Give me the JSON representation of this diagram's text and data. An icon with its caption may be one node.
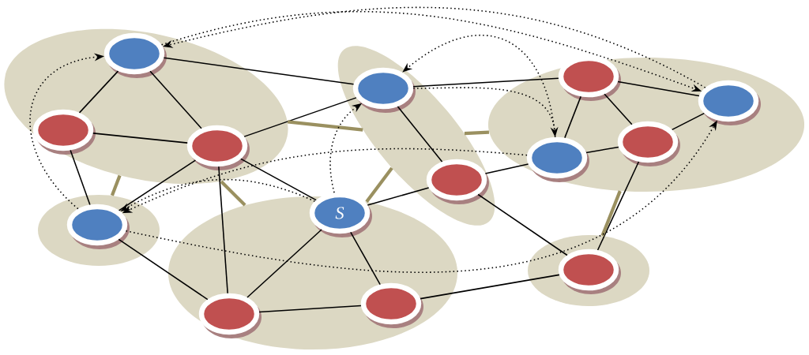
{
  "diagram": {
    "nodes": [
      {
        "text": [],
        "shape": "ellipse"
      },
      {
        "text": [],
        "shape": "ellipse",
        "in": 0
      },
      {
        "text": [],
        "shape": "ellipse",
        "in": 0
      },
      {
        "text": [],
        "shape": "ellipse",
        "in": 0
      },
      {
        "text": [],
        "shape": "ellipse"
      },
      {
        "text": [],
        "shape": "ellipse",
        "in": 4
      },
      {
        "text": [],
        "shape": "ellipse",
        "in": 4
      },
      {
        "text": [],
        "shape": "ellipse"
      },
      {
        "text": [],
        "shape": "ellipse",
        "in": 7
      },
      {
        "text": [],
        "shape": "ellipse",
        "in": 7
      },
      {
        "text": [],
        "shape": "ellipse",
        "in": 7
      },
      {
        "text": [],
        "shape": "ellipse",
        "in": 7
      },
      {
        "text": [],
        "shape": "ellipse"
      },
      {
        "text": [],
        "shape": "ellipse",
        "in": 12
      },
      {
        "text": [],
        "shape": "ellipse"
      },
      {
        "text": [
          "S"
        ],
        "in": 14
      },
      {
        "text": [],
        "shape": "ellipse",
        "in": 14
      },
      {
        "text": [],
        "shape": "ellipse",
        "in": 14
      },
      {
        "text": [],
        "shape": "ellipse"
      },
      {
        "text": [],
        "shape": "ellipse",
        "in": 18
      }
    ],
    "edges": [
      {
        "from": 1,
        "to": 2,
        "arrow": "none"
      },
      {
        "from": 1,
        "to": 3,
        "arrow": "none"
      },
      {
        "from": 1,
        "to": 5,
        "arrow": "none"
      },
      {
        "from": 2,
        "to": 3,
        "arrow": "none"
      },
      {
        "from": 2,
        "to": 13,
        "arrow": "none"
      },
      {
        "from": 3,
        "to": 5,
        "arrow": "none"
      },
      {
        "from": 3,
        "to": 13,
        "arrow": "none"
      },
      {
        "from": 3,
        "to": 15,
        "arrow": "none"
      },
      {
        "from": 3,
        "to": 16,
        "arrow": "none"
      },
      {
        "from": 5,
        "to": 8,
        "arrow": "none"
      },
      {
        "from": 5,
        "to": 6,
        "arrow": "none"
      },
      {
        "from": 6,
        "to": 15,
        "arrow": "none"
      },
      {
        "from": 6,
        "to": 10,
        "arrow": "none"
      },
      {
        "from": 6,
        "to": 19,
        "arrow": "none"
      },
      {
        "from": 8,
        "to": 9,
        "arrow": "none"
      },
      {
        "from": 8,
        "to": 10,
        "arrow": "none"
      },
      {
        "from": 8,
        "to": 11,
        "arrow": "none"
      },
      {
        "from": 9,
        "to": 11,
        "arrow": "none"
      },
      {
        "from": 10,
        "to": 11,
        "arrow": "none"
      },
      {
        "from": 11,
        "to": 19,
        "arrow": "none"
      },
      {
        "from": 13,
        "to": 16,
        "arrow": "none"
      },
      {
        "from": 15,
        "to": 16,
        "arrow": "none"
      },
      {
        "from": 15,
        "to": 17,
        "arrow": "none"
      },
      {
        "from": 16,
        "to": 17,
        "arrow": "none"
      },
      {
        "from": 17,
        "to": 19,
        "arrow": "none"
      },
      {
        "from": 0,
        "to": 4,
        "arrow": "none",
        "style": "thick",
        "color": "#9a9060"
      },
      {
        "from": 0,
        "to": 12,
        "arrow": "none",
        "style": "thick",
        "color": "#9a9060"
      },
      {
        "from": 0,
        "to": 14,
        "arrow": "none",
        "style": "thick",
        "color": "#9a9060"
      },
      {
        "from": 4,
        "to": 7,
        "arrow": "none",
        "style": "thick",
        "color": "#9a9060"
      },
      {
        "from": 4,
        "to": 14,
        "arrow": "none",
        "style": "thick",
        "color": "#9a9060"
      },
      {
        "from": 7,
        "to": 18,
        "arrow": "none",
        "style": "thick",
        "color": "#9a9060"
      },
      {
        "from": 1,
        "to": 9,
        "arrow": "to",
        "style": "dashed"
      },
      {
        "from": 9,
        "to": 1,
        "arrow": "to",
        "style": "dashed"
      },
      {
        "from": 5,
        "to": 10,
        "arrow": "to",
        "style": "dashed"
      },
      {
        "from": 10,
        "to": 5,
        "arrow": "to",
        "style": "dashed"
      },
      {
        "from": 15,
        "to": 5,
        "arrow": "to",
        "style": "dashed"
      },
      {
        "from": 15,
        "to": 13,
        "arrow": "to",
        "style": "dashed"
      },
      {
        "from": 10,
        "to": 13,
        "arrow": "to",
        "style": "dashed"
      },
      {
        "from": 13,
        "to": 1,
        "arrow": "to",
        "style": "dashed"
      },
      {
        "from": 13,
        "to": 9,
        "arrow": "to",
        "style": "dashed"
      }
    ]
  }
}
